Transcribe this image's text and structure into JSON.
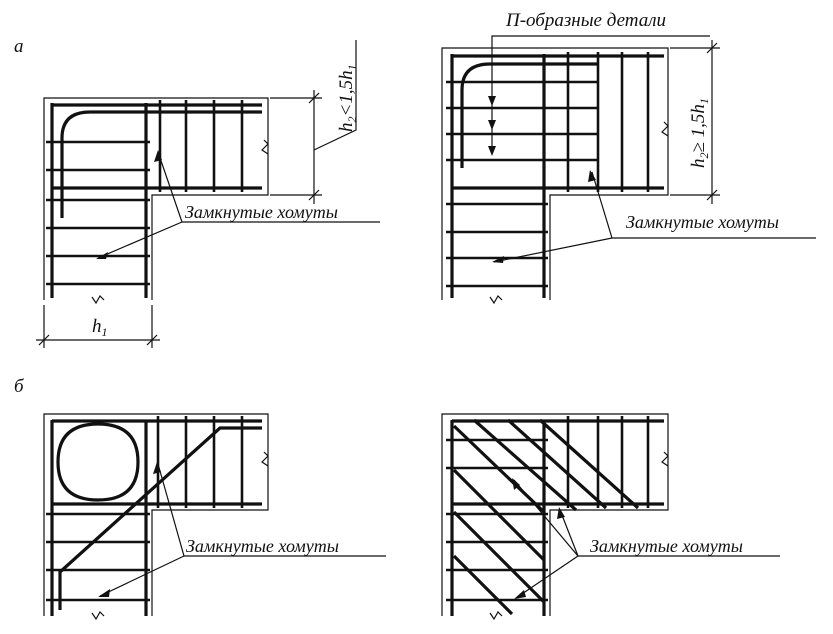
{
  "figure": {
    "panel_a_letter": "а",
    "panel_b_letter": "б",
    "label_closed_stirrups": "Замкнутые хомуты",
    "label_u_details": "П-образные детали",
    "dim_h1": "h",
    "dim_h1_sub": "1",
    "dim_h2_lt": "h",
    "dim_h2_lt_sub": "2",
    "dim_h2_lt_rel": "<1,5h",
    "dim_h2_lt_rel_sub": "1",
    "dim_h2_ge": "h",
    "dim_h2_ge_sub": "2",
    "dim_h2_ge_rel": "≥ 1,5h",
    "dim_h2_ge_rel_sub": "1"
  }
}
